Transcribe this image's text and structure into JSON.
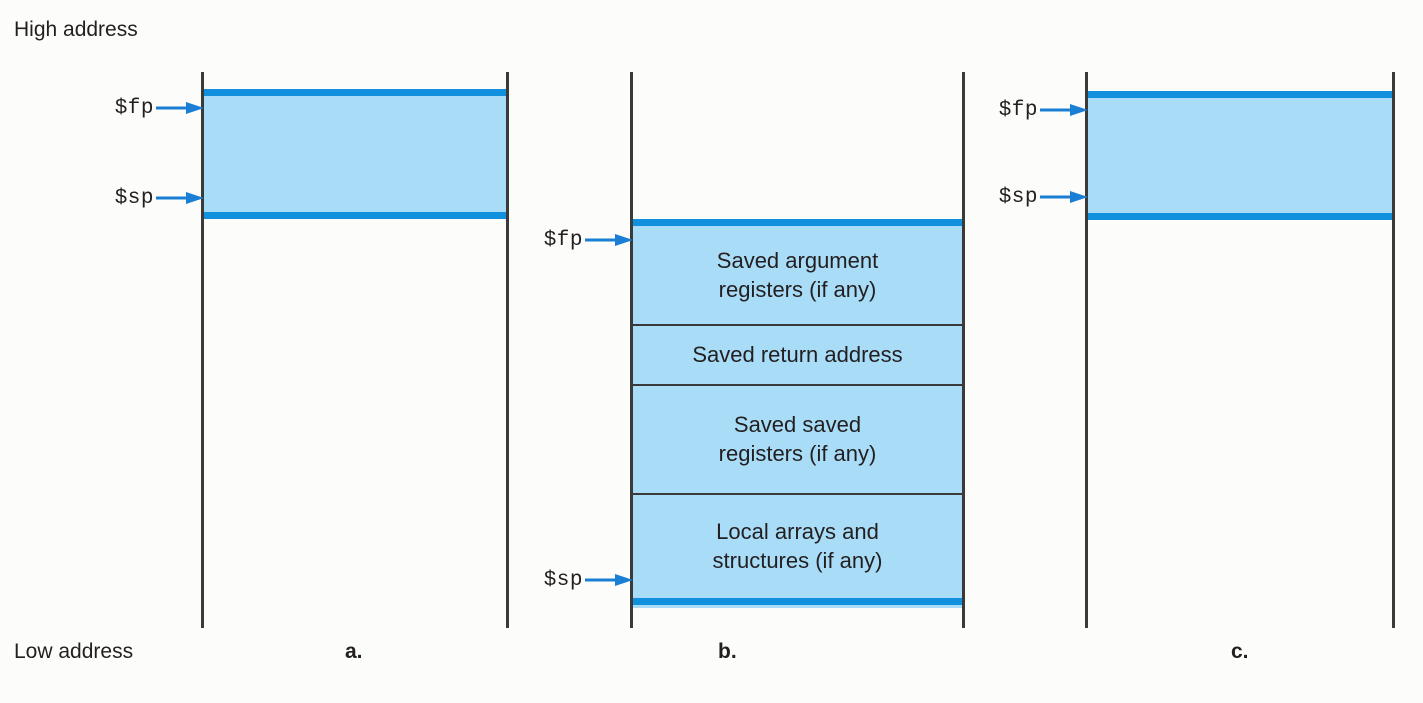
{
  "diagram": {
    "title_top": "High address",
    "title_bottom": "Low address",
    "colors": {
      "fill": "#A8DCF7",
      "accent": "#1190DE",
      "line": "#3A3A3A",
      "text": "#231F20",
      "background": "#FCFCFA"
    },
    "panels": [
      {
        "caption": "a.",
        "pointers": [
          {
            "name": "fp-pointer-a",
            "label": "$fp"
          },
          {
            "name": "sp-pointer-a",
            "label": "$sp"
          }
        ],
        "slots": []
      },
      {
        "caption": "b.",
        "pointers": [
          {
            "name": "fp-pointer-b",
            "label": "$fp"
          },
          {
            "name": "sp-pointer-b",
            "label": "$sp"
          }
        ],
        "slots": [
          {
            "name": "saved-argument-registers",
            "line1": "Saved argument",
            "line2": "registers (if any)"
          },
          {
            "name": "saved-return-address",
            "line1": "Saved return address",
            "line2": ""
          },
          {
            "name": "saved-saved-registers",
            "line1": "Saved saved",
            "line2": "registers (if any)"
          },
          {
            "name": "local-arrays-and-structures",
            "line1": "Local arrays and",
            "line2": "structures (if any)"
          }
        ]
      },
      {
        "caption": "c.",
        "pointers": [
          {
            "name": "fp-pointer-c",
            "label": "$fp"
          },
          {
            "name": "sp-pointer-c",
            "label": "$sp"
          }
        ],
        "slots": []
      }
    ]
  }
}
